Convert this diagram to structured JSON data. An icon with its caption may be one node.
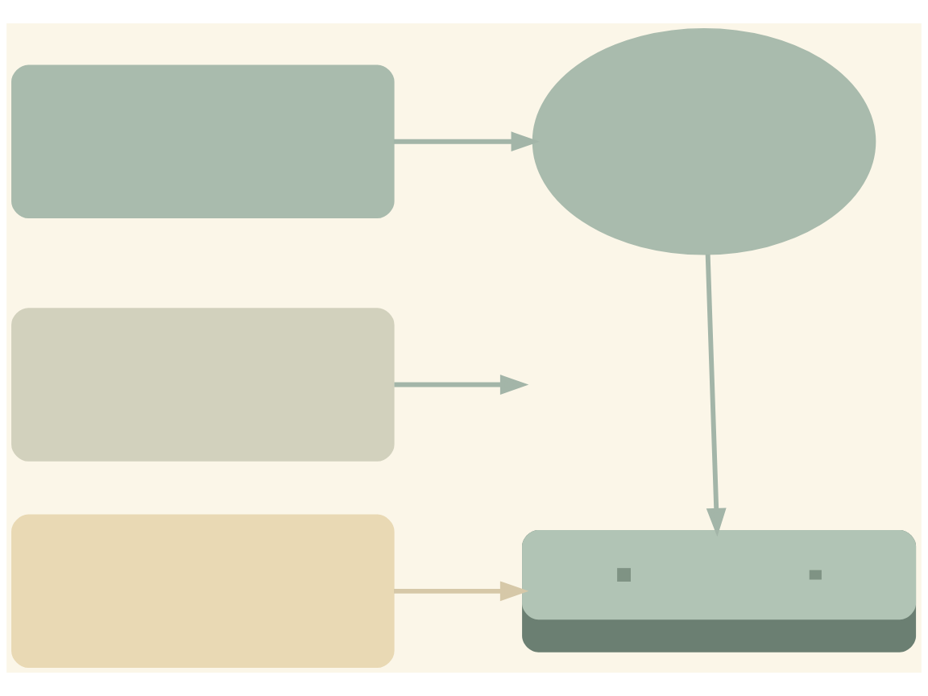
{
  "diagram": {
    "nodes": [
      {
        "text": [],
        "shape": "pill"
      },
      {
        "text": [],
        "shape": "pill"
      },
      {
        "text": [],
        "shape": "pill"
      },
      {
        "text": [],
        "shape": "cloud"
      },
      {
        "text": [],
        "shape": "box"
      }
    ],
    "edges": [
      {
        "from": 0,
        "to": 3,
        "arrow": "to"
      },
      {
        "from": 1,
        "to": null,
        "arrow": "to"
      },
      {
        "from": 2,
        "to": 4,
        "arrow": "to",
        "color": "#d6c8a8"
      },
      {
        "from": 3,
        "to": 4,
        "arrow": "to"
      }
    ]
  }
}
